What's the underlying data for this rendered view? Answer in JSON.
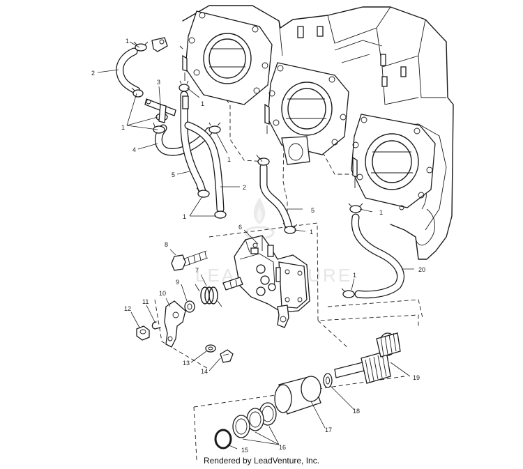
{
  "watermark": "LEADVENTURE",
  "footer": "Rendered by LeadVenture, Inc.",
  "callouts": [
    {
      "id": "c1a",
      "label": "1"
    },
    {
      "id": "c2a",
      "label": "2"
    },
    {
      "id": "c3",
      "label": "3"
    },
    {
      "id": "c1b",
      "label": "1"
    },
    {
      "id": "c1c",
      "label": "1"
    },
    {
      "id": "c4",
      "label": "4"
    },
    {
      "id": "c1d",
      "label": "1"
    },
    {
      "id": "c5a",
      "label": "5"
    },
    {
      "id": "c2b",
      "label": "2"
    },
    {
      "id": "c1e",
      "label": "1"
    },
    {
      "id": "c5b",
      "label": "5"
    },
    {
      "id": "c1f",
      "label": "1"
    },
    {
      "id": "c6",
      "label": "6"
    },
    {
      "id": "c1g",
      "label": "1"
    },
    {
      "id": "c8",
      "label": "8"
    },
    {
      "id": "c7",
      "label": "7"
    },
    {
      "id": "c20",
      "label": "20"
    },
    {
      "id": "c1h",
      "label": "1"
    },
    {
      "id": "c9",
      "label": "9"
    },
    {
      "id": "c10",
      "label": "10"
    },
    {
      "id": "c11",
      "label": "11"
    },
    {
      "id": "c12",
      "label": "12"
    },
    {
      "id": "c13",
      "label": "13"
    },
    {
      "id": "c14",
      "label": "14"
    },
    {
      "id": "c19",
      "label": "19"
    },
    {
      "id": "c18",
      "label": "18"
    },
    {
      "id": "c17",
      "label": "17"
    },
    {
      "id": "c16",
      "label": "16"
    },
    {
      "id": "c15",
      "label": "15"
    }
  ]
}
